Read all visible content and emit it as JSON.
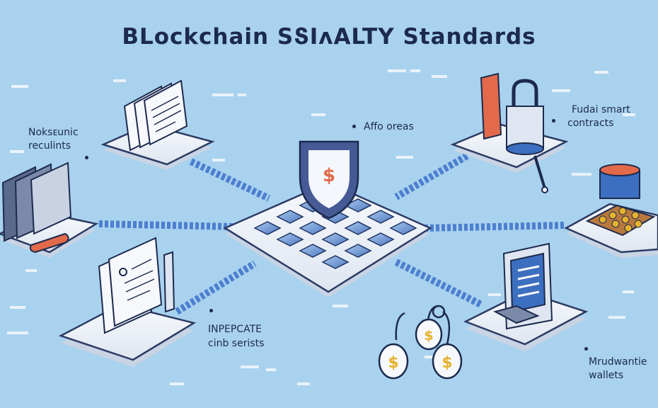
{
  "title": "BLockchain SՏIʌALTY Standards",
  "labels": {
    "top_left_line1": "Noksᴇunic",
    "top_left_line2": "reculints",
    "center_top": "Affo oreas",
    "top_right_line1": "Fudai smart",
    "top_right_line2": "contracts",
    "bottom_middle_line1": "INPEPCATE",
    "bottom_middle_line2": "cinb serists",
    "bottom_right_line1": "Mrudwantie",
    "bottom_right_line2": "wallets"
  },
  "shield_symbol": "$",
  "coin_symbol": "$",
  "colors": {
    "background": "#a9d2ee",
    "ink": "#1c2a4e",
    "connector": "#4d7fd0",
    "platform": "#edf1f7",
    "shield": "#465a96",
    "coin": "#e6b22c",
    "accent_red": "#e26a4a"
  },
  "icons": {
    "center": "shield-icon",
    "top_left": "document-stack-icon",
    "left": "folder-files-icon",
    "bottom_left": "paper-document-icon",
    "top_right": "padlock-icon",
    "right": "coin-tray-icon",
    "bottom_right": "computer-monitor-icon",
    "bottom_middle": "coin-keychain-icon"
  }
}
